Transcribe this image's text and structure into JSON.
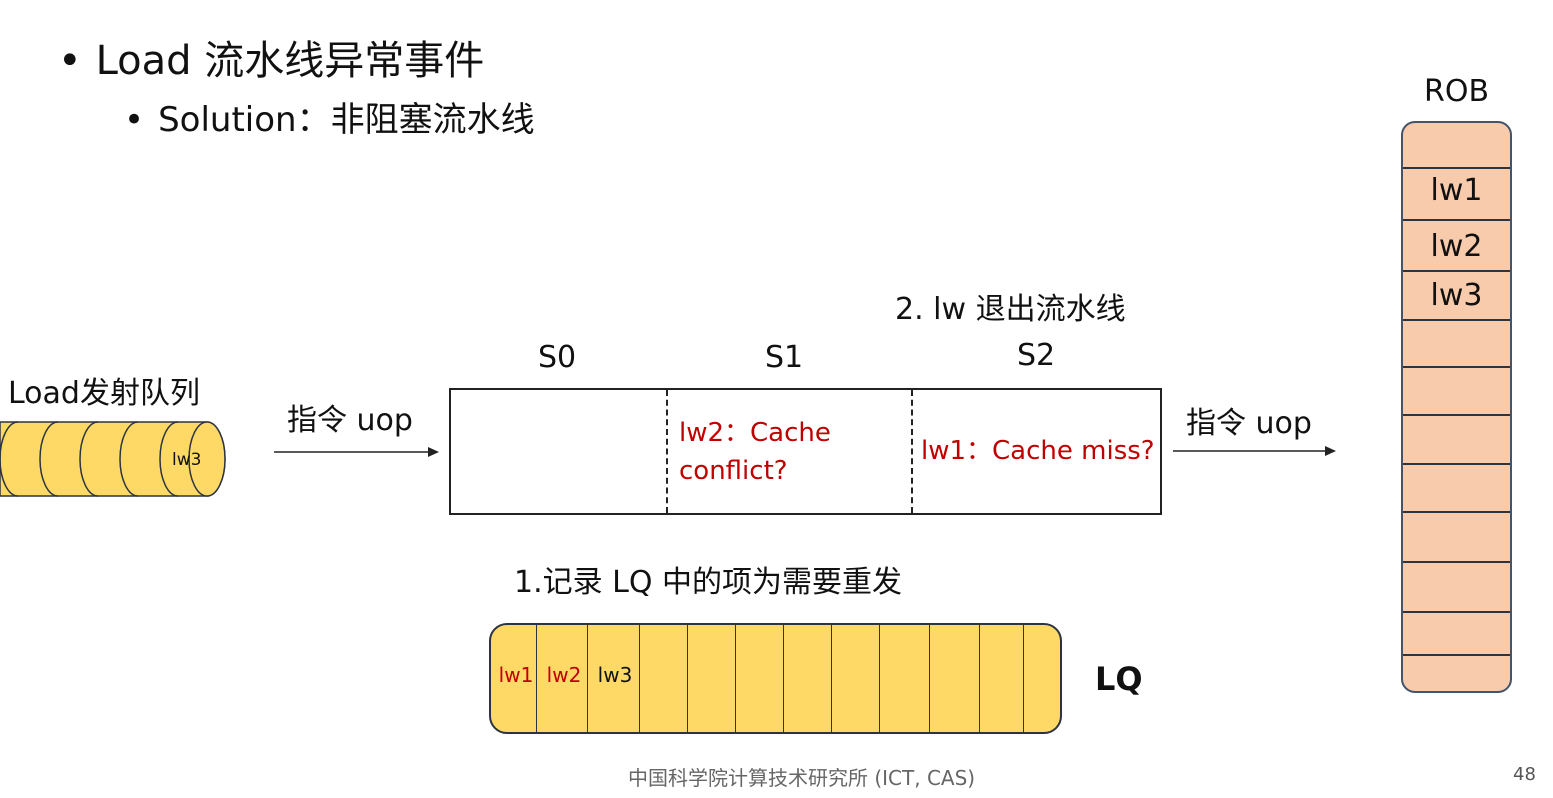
{
  "title": "Load 流水线异常事件",
  "subtitle": "Solution：非阻塞流水线",
  "issue_queue": {
    "label": "Load发射队列",
    "entry": "lw3"
  },
  "arrow_in_label": "指令 uop",
  "arrow_out_label": "指令 uop",
  "pipeline": {
    "stages": [
      "S0",
      "S1",
      "S2"
    ],
    "s1_text_line1": "lw2：Cache",
    "s1_text_line2": "conflict?",
    "s2_text": "lw1：Cache miss?"
  },
  "annotation_exit": "2. lw 退出流水线",
  "annotation_record": "1.记录 LQ 中的项为需要重发",
  "lq": {
    "label": "LQ",
    "entries": [
      "lw1",
      "lw2",
      "lw3"
    ]
  },
  "rob": {
    "label": "ROB",
    "entries": [
      "lw1",
      "lw2",
      "lw3"
    ]
  },
  "footer": "中国科学院计算技术研究所 (ICT, CAS)",
  "page_number": "48",
  "colors": {
    "highlight_red": "#c00000",
    "queue_yellow": "#ffd966",
    "rob_peach": "#f8cbad"
  }
}
